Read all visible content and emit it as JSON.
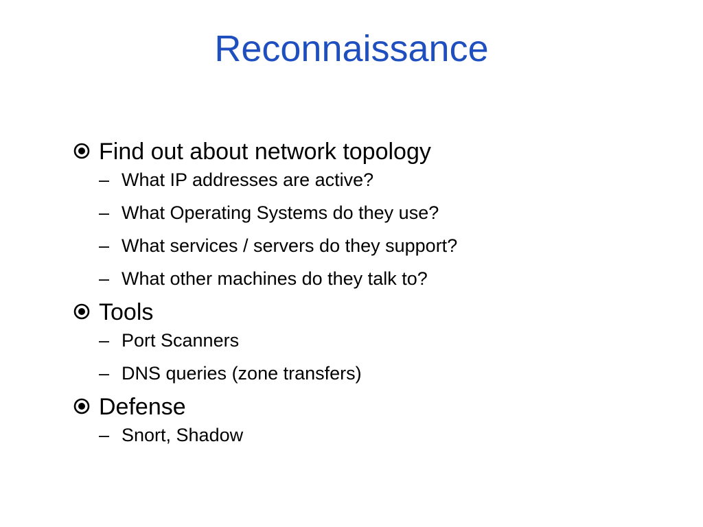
{
  "slide": {
    "title": "Reconnaissance",
    "title_color": "#1f4fbf",
    "bullet_icon": "circled-dot-icon",
    "dash_glyph": "–",
    "sections": [
      {
        "heading": "Find out about network topology",
        "items": [
          "What IP addresses are active?",
          "What Operating Systems do they use?",
          "What services / servers do they support?",
          "What other machines do they talk to?"
        ]
      },
      {
        "heading": "Tools",
        "items": [
          "Port Scanners",
          "DNS queries (zone transfers)"
        ]
      },
      {
        "heading": "Defense",
        "items": [
          "Snort, Shadow"
        ]
      }
    ]
  }
}
